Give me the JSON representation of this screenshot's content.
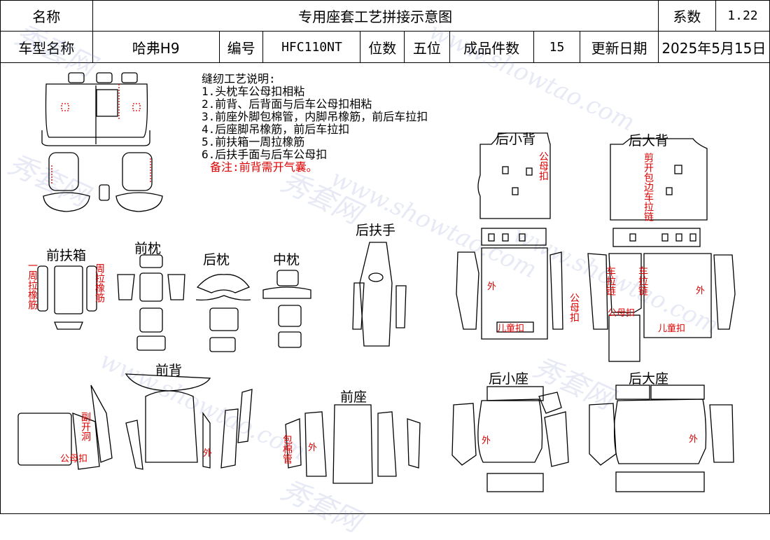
{
  "header": {
    "name_label": "名称",
    "title": "专用座套工艺拼接示意图",
    "coef_label": "系数",
    "coef_value": "1.22",
    "model_label": "车型名称",
    "model_value": "哈弗H9",
    "code_label": "编号",
    "code_value": "HFC110NT",
    "seats_label": "位数",
    "seats_value": "五位",
    "pieces_label": "成品件数",
    "pieces_value": "15",
    "date_label": "更新日期",
    "date_value": "2025年5月15日"
  },
  "notes": {
    "heading": "缝纫工艺说明:",
    "items": [
      "1.头枕车公母扣相粘",
      "2.前背、后背面与后车公母扣相粘",
      "3.前座外脚包棉管，内脚吊橡筋，前后车拉扣",
      "4.后座脚吊橡筋，前后车拉扣",
      "5.前扶箱一周拉橡筋",
      "6.后扶手面与后车公母扣"
    ],
    "remark": "备注:前背需开气囊。"
  },
  "sections": {
    "rear_small_back": "后小背",
    "rear_big_back": "后大背",
    "rear_armrest": "后扶手",
    "front_console": "前扶箱",
    "front_headrest": "前枕",
    "rear_headrest": "后枕",
    "mid_headrest": "中枕",
    "front_back": "前背",
    "front_seat": "前座",
    "rear_small_seat": "后小座",
    "rear_big_seat": "后大座"
  },
  "annotations": {
    "zhou_la_xiang_jin": "一周拉橡筋",
    "zhou_la_xiang_jin_b": "周拉橡筋",
    "gong_mu_kou": "公母扣",
    "gong_mu_kou_h": "公母扣",
    "jian_kai": "剪开包边车拉链",
    "che_la_lian": "车拉链",
    "wai": "外",
    "er_tong_kou": "儿童扣",
    "fu_kai_qi": "副开洞",
    "bao_mian_guan": "包棉管"
  },
  "watermark": {
    "text_cn": "秀套网",
    "text_url": "www.showtao.com"
  },
  "colors": {
    "line": "#000000",
    "annotation": "#dd0000",
    "watermark": "#7890c8"
  }
}
